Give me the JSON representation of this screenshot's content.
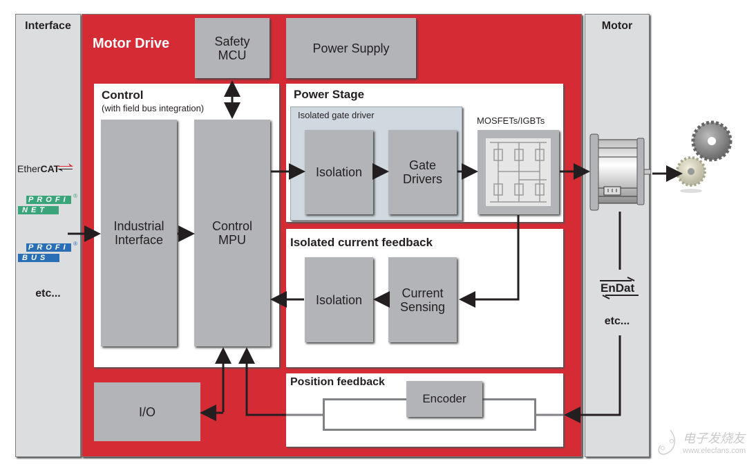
{
  "interface": {
    "title": "Interface",
    "logos": {
      "ethercat_prefix": "Ether",
      "ethercat_bold": "CAT",
      "profinet": [
        "PROFI",
        "NET"
      ],
      "profibus": [
        "PROFI",
        "BUS"
      ]
    },
    "etc": "etc..."
  },
  "motor_drive": {
    "title": "Motor Drive",
    "safety_mcu": "Safety\nMCU",
    "power_supply": "Power Supply",
    "control": {
      "title": "Control",
      "subtitle": "(with field bus integration)",
      "industrial_interface": "Industrial\nInterface",
      "control_mpu": "Control\nMPU"
    },
    "power_stage": {
      "title": "Power Stage",
      "gate_driver_group": "Isolated gate driver",
      "isolation": "Isolation",
      "gate_drivers": "Gate\nDrivers",
      "mosfets_label": "MOSFETs/IGBTs"
    },
    "current_feedback": {
      "title": "Isolated current feedback",
      "isolation": "Isolation",
      "current_sensing": "Current\nSensing"
    },
    "position_feedback": {
      "title": "Position feedback",
      "encoder": "Encoder"
    },
    "io": "I/O"
  },
  "motor": {
    "title": "Motor",
    "endat": "EnDat",
    "etc": "etc..."
  },
  "watermark": {
    "cn": "电子发烧友",
    "url": "www.elecfans.com"
  },
  "colors": {
    "drive_red": "#d52b35",
    "panel_gray": "#dcdddf",
    "block_gray": "#b2b4b8",
    "gate_group": "#cfd9df",
    "profinet_green": "#3aa57a",
    "profibus_blue": "#2a6fb5"
  }
}
